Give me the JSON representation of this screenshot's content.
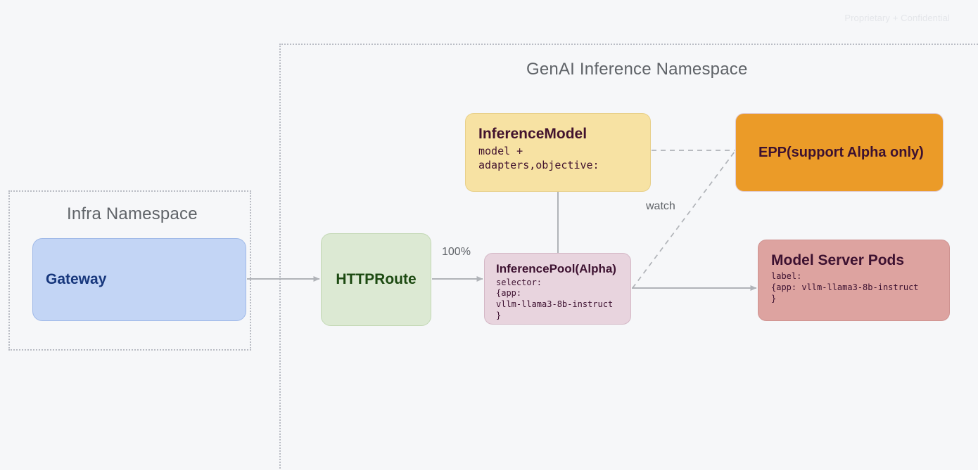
{
  "watermark": "Proprietary + Confidential",
  "namespaces": [
    {
      "id": "infra",
      "title": "Infra Namespace"
    },
    {
      "id": "genai",
      "title": "GenAI Inference Namespace"
    }
  ],
  "nodes": {
    "gateway": {
      "title": "Gateway",
      "sub": "",
      "fill": "#c3d5f5",
      "text": "#17377c"
    },
    "httproute": {
      "title": "HTTPRoute",
      "sub": "",
      "fill": "#dce9d3",
      "text": "#1d4a12"
    },
    "inference_model": {
      "title": "InferenceModel",
      "sub": "model +\nadapters,objective:",
      "fill": "#f7e2a3",
      "text": "#42132e"
    },
    "inference_pool": {
      "title": "InferencePool(Alpha)",
      "sub": "selector:\n{app:\nvllm-llama3-8b-instruct\n}",
      "fill": "#e8d4de",
      "text": "#3d1130"
    },
    "epp": {
      "title": "EPP(support Alpha only)",
      "sub": "",
      "fill": "#eb9b28",
      "text": "#3d1130"
    },
    "model_server_pods": {
      "title": "Model Server Pods",
      "sub": "label:\n{app: vllm-llama3-8b-instruct\n}",
      "fill": "#dda3a0",
      "text": "#3d1130"
    }
  },
  "edges": {
    "gateway_to_httproute": {
      "label": "",
      "style": "solid"
    },
    "httproute_to_pool": {
      "label": "100%",
      "style": "solid"
    },
    "model_to_pool": {
      "label": "",
      "style": "solid"
    },
    "model_to_epp": {
      "label": "",
      "style": "dashed"
    },
    "pool_to_epp": {
      "label": "watch",
      "style": "dashed"
    },
    "pool_to_pods": {
      "label": "",
      "style": "solid"
    }
  },
  "colors": {
    "background": "#f6f7f9",
    "namespace_border": "#b9bcc4",
    "connector": "#b0b3b8",
    "namespace_title": "#5f6368",
    "edge_label": "#5f6368",
    "watermark": "#e4e6ea"
  }
}
